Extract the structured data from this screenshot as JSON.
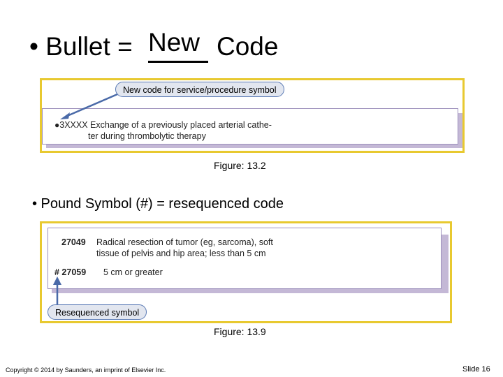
{
  "title": {
    "prefix": "• Bullet = ",
    "blank_word": "New",
    "suffix": "Code"
  },
  "figure1": {
    "callout": "New code for service/procedure symbol",
    "entry_line1": "3XXXX Exchange of a previously placed arterial cathe-",
    "entry_line2": "ter during thrombolytic therapy",
    "caption": "Figure: 13.2"
  },
  "bullet2": "•  Pound Symbol (#) = resequenced code",
  "figure2": {
    "row1_code": "27049",
    "row1_line1": "Radical resection of tumor (eg, sarcoma), soft",
    "row1_line2": "tissue of pelvis and hip area; less than 5 cm",
    "row2_code": "# 27059",
    "row2_desc": "5 cm or greater",
    "callout": "Resequenced symbol",
    "caption": "Figure: 13.9"
  },
  "footer": {
    "copyright": "Copyright © 2014 by Saunders, an imprint of Elsevier Inc.",
    "slide": "Slide 16"
  },
  "colors": {
    "frame": "#e8c930",
    "shadow": "#c4b8d6",
    "callout_fill": "#e2e6ef",
    "callout_border": "#5a7ab5",
    "arrow": "#4a6aa8"
  }
}
